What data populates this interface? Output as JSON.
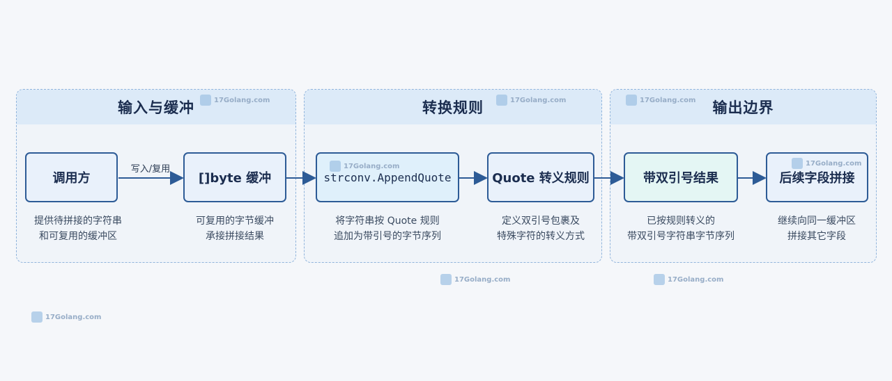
{
  "sections": [
    {
      "title": "输入与缓冲"
    },
    {
      "title": "转换规则"
    },
    {
      "title": "输出边界"
    }
  ],
  "nodes": [
    {
      "label": "调用方",
      "desc": [
        "提供待拼接的字符串",
        "和可复用的缓冲区"
      ]
    },
    {
      "label": "[]byte 缓冲",
      "desc": [
        "可复用的字节缓冲",
        "承接拼接结果"
      ]
    },
    {
      "label": "strconv.AppendQuote",
      "desc": [
        "将字符串按 Quote 规则",
        "追加为带引号的字节序列"
      ]
    },
    {
      "label": "Quote 转义规则",
      "desc": [
        "定义双引号包裹及",
        "特殊字符的转义方式"
      ]
    },
    {
      "label": "带双引号结果",
      "desc": [
        "已按规则转义的",
        "带双引号字符串字节序列"
      ]
    },
    {
      "label": "后续字段拼接",
      "desc": [
        "继续向同一缓冲区",
        "拼接其它字段"
      ]
    }
  ],
  "edge_label": "写入/复用",
  "watermark": "17Golang.com",
  "colors": {
    "arrow": "#2d5b96",
    "border": "#2d5b96",
    "section_head": "#dceaf8"
  }
}
